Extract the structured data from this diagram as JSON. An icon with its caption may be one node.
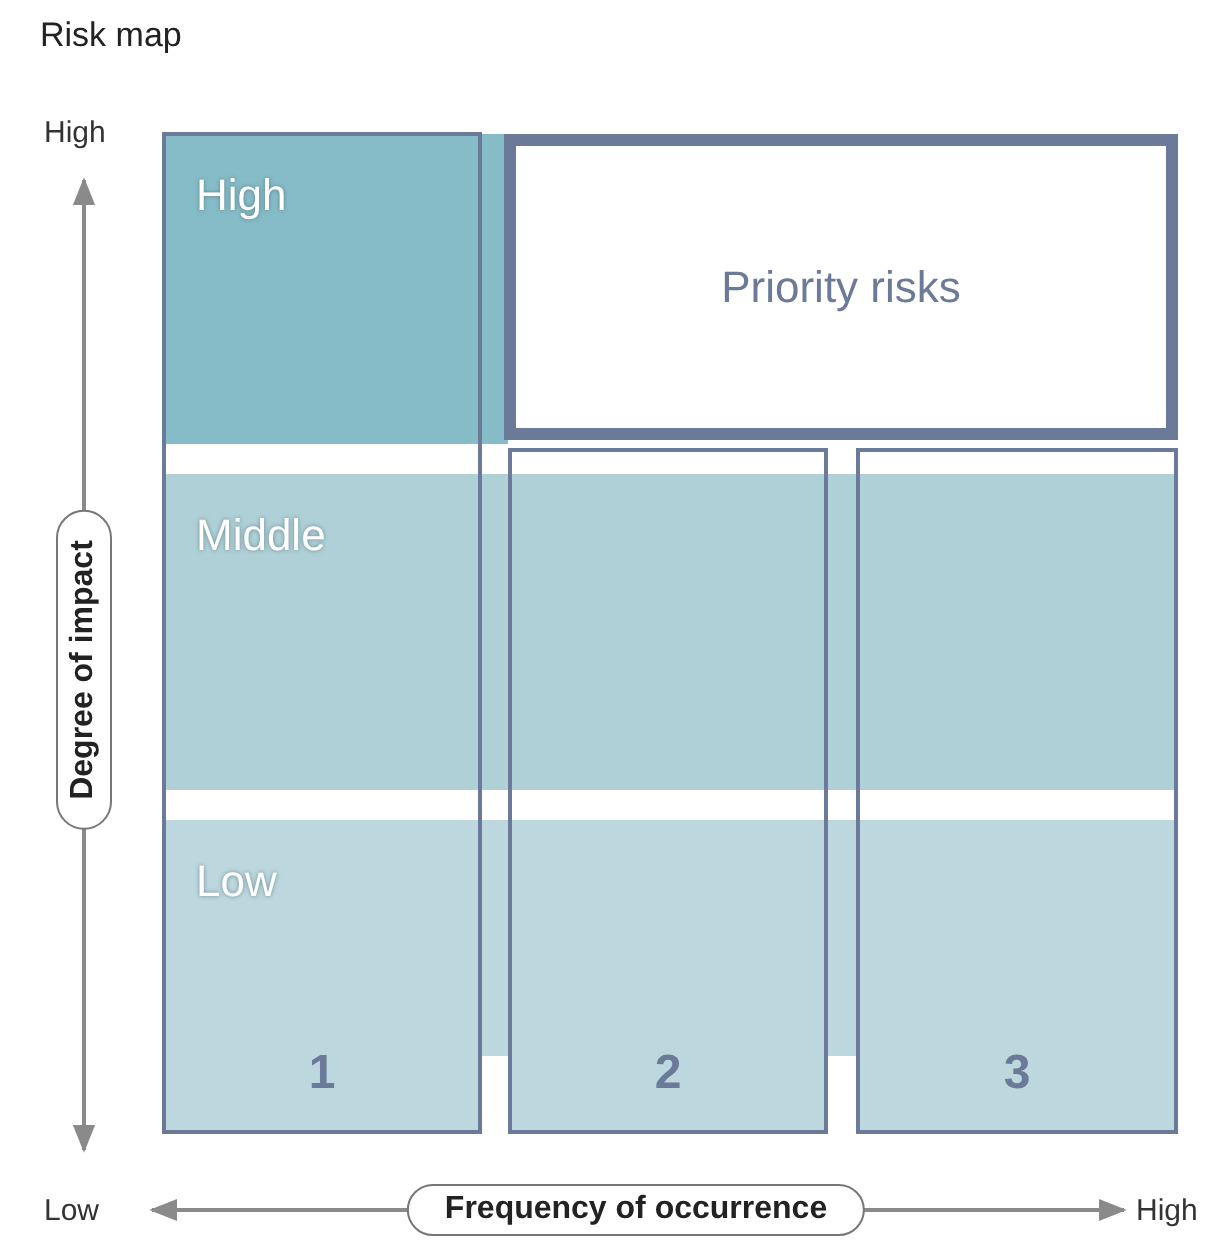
{
  "diagram": {
    "title": "Risk map",
    "nodes": [
      {
        "text": [
          "High"
        ]
      },
      {
        "text": [
          "Middle"
        ]
      },
      {
        "text": [
          "Low"
        ]
      },
      {
        "text": [
          "1"
        ]
      },
      {
        "text": [
          "2"
        ]
      },
      {
        "text": [
          "3"
        ]
      },
      {
        "text": [
          "Priority risks"
        ]
      },
      {
        "text": [
          "Degree of impact"
        ]
      },
      {
        "text": [
          "Frequency of occurrence"
        ]
      }
    ],
    "labels": [
      "High",
      "Low",
      "High"
    ]
  }
}
